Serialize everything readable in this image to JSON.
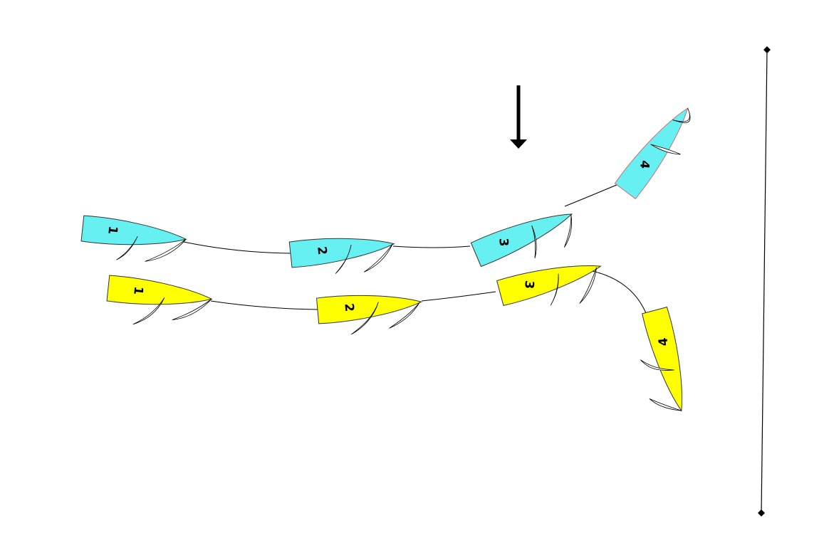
{
  "diagram": {
    "wind_direction": "down",
    "boat_colors": {
      "cyan": "#66f0f2",
      "yellow": "#ffff00"
    },
    "hull_stroke": "#333333",
    "sail_fill": "#ffffff",
    "icons": {
      "wind": "wind-arrow-icon",
      "mark": "diamond-mark-icon"
    },
    "sequences": [
      {
        "id": "cyan",
        "boats": [
          {
            "label": "1"
          },
          {
            "label": "2"
          },
          {
            "label": "3"
          },
          {
            "label": "4"
          }
        ]
      },
      {
        "id": "yellow",
        "boats": [
          {
            "label": "1"
          },
          {
            "label": "2"
          },
          {
            "label": "3"
          },
          {
            "label": "4"
          }
        ]
      }
    ]
  }
}
